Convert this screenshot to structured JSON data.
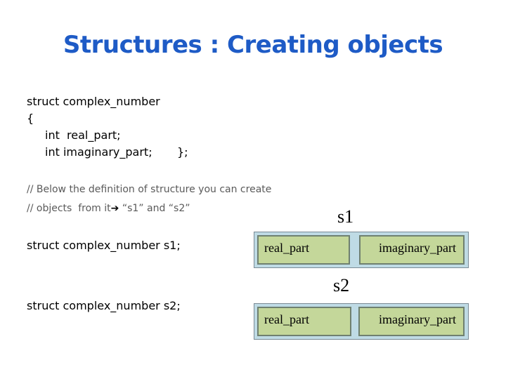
{
  "title": "Structures : Creating objects",
  "code": {
    "line1": "struct complex_number",
    "line2": "{",
    "line3": "int  real_part;",
    "line4": "int imaginary_part;",
    "line4_end": "};",
    "comment1": "// Below the definition of structure you can create",
    "comment2_a": "// objects  from it",
    "comment2_arrow": "➔",
    "comment2_b": "“s1” and “s2”",
    "decl1": "struct complex_number s1;",
    "decl2": "struct complex_number s2;"
  },
  "objects": [
    {
      "name": "s1",
      "field1": "real_part",
      "field2": "imaginary_part"
    },
    {
      "name": "s2",
      "field1": "real_part",
      "field2": "imaginary_part"
    }
  ],
  "colors": {
    "title": "#1e5bc6",
    "outer_box": "#bfdbe5",
    "field_box": "#c4d79a"
  }
}
